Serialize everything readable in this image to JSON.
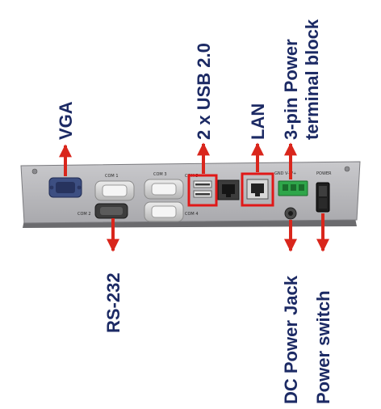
{
  "labels": {
    "vga": "VGA",
    "rs232": "RS-232",
    "usb": "2 x USB 2.0",
    "lan": "LAN",
    "power_block_line1": "3-pin Power",
    "power_block_line2": "terminal block",
    "dc_jack": "DC Power Jack",
    "power_switch": "Power switch"
  },
  "panel_text": {
    "com1": "COM 1",
    "com2": "COM 2",
    "com3": "COM 3",
    "com4": "COM 4",
    "com5": "COM 5",
    "terminal": "GND V- V+",
    "power": "POWER"
  },
  "colors": {
    "label_text": "#1c2a64",
    "arrow": "#d9261c",
    "highlight_box": "#e01818",
    "panel": "#b8b8bb"
  }
}
